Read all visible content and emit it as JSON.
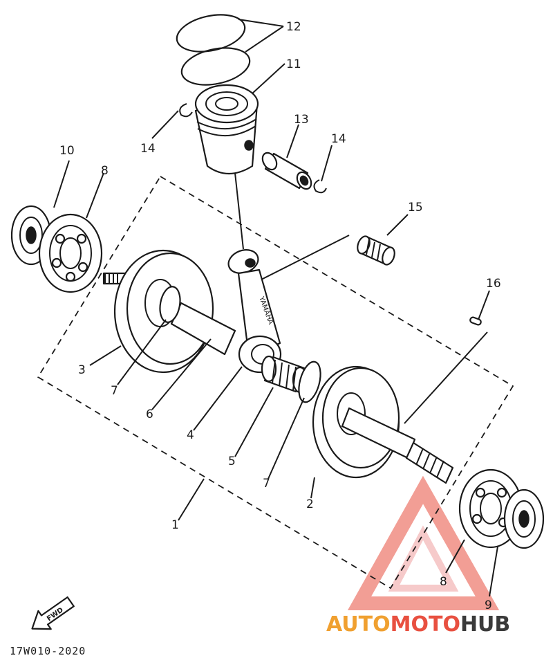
{
  "callouts": {
    "c1": "1",
    "c2": "2",
    "c3": "3",
    "c4": "4",
    "c5": "5",
    "c6": "6",
    "c7a": "7",
    "c7b": "7",
    "c8a": "8",
    "c8b": "8",
    "c9": "9",
    "c10": "10",
    "c11": "11",
    "c12": "12",
    "c13": "13",
    "c14a": "14",
    "c14b": "14",
    "c15": "15",
    "c16": "16"
  },
  "rod_marking": "YAMAHA",
  "fwd_label": "FWD",
  "reference_code": "17W010-2020",
  "watermark": {
    "part1": "AUTO",
    "part2": "MOTO",
    "part3": "HUB"
  },
  "colors": {
    "line": "#1a1a1a",
    "watermark_red": "#e85040",
    "watermark_orange": "#f0a030",
    "watermark_dark": "#3a3a3a"
  }
}
